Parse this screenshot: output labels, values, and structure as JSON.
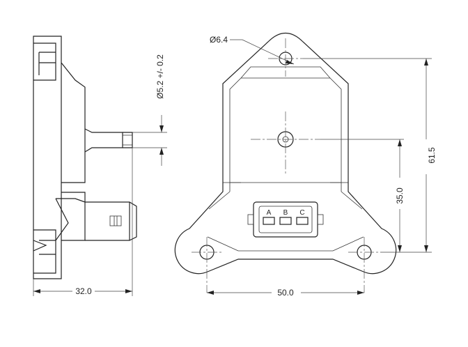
{
  "dimensions": {
    "side_width": "32.0",
    "tube_diameter": "Ø5.2 +/- 0.2",
    "hole_diameter": "Ø6.4",
    "base_width": "50.0",
    "overall_height": "61.5",
    "port_height": "35.0"
  },
  "connector_pins": [
    "A",
    "B",
    "C"
  ],
  "colors": {
    "line": "#222222",
    "background": "#ffffff"
  }
}
